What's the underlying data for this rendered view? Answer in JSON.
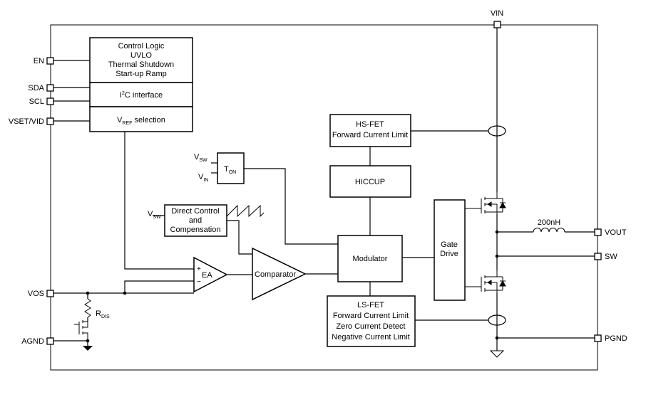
{
  "pins": {
    "vin": "VIN",
    "en": "EN",
    "sda": "SDA",
    "scl": "SCL",
    "vset": "VSET/VID",
    "vos": "VOS",
    "agnd": "AGND",
    "vout": "VOUT",
    "sw": "SW",
    "pgnd": "PGND"
  },
  "blocks": {
    "control_logic": [
      "Control Logic",
      "UVLO",
      "Thermal Shutdown",
      "Start-up Ramp"
    ],
    "i2c_prefix": "I",
    "i2c_sup": "2",
    "i2c_suffix": "C interface",
    "vref_main": "V",
    "vref_sub": "REF",
    "vref_suffix": " selection",
    "hs_fet": [
      "HS-FET",
      "Forward Current Limit"
    ],
    "hiccup": "HICCUP",
    "ton_main": "T",
    "ton_sub": "ON",
    "direct_control": [
      "Direct Control",
      "and",
      "Compensation"
    ],
    "modulator": "Modulator",
    "gate_drive": [
      "Gate",
      "Drive"
    ],
    "ls_fet": [
      "LS-FET",
      "Forward Current Limit",
      "Zero Current Detect",
      "Negative Current Limit"
    ],
    "ea": "EA",
    "comparator": "Comparator"
  },
  "signals": {
    "v": "V",
    "sw_sub": "SW",
    "in_sub": "IN",
    "rdis_main": "R",
    "rdis_sub": "DIS",
    "plus": "+",
    "minus": "−"
  },
  "inductor": "200nH"
}
